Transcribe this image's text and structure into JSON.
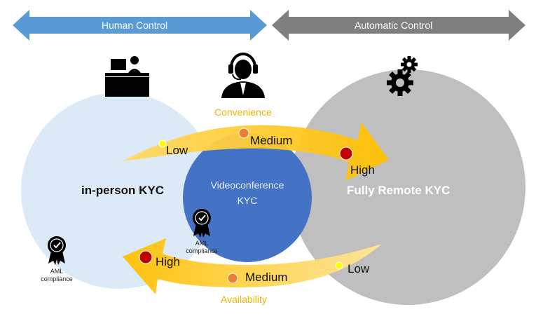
{
  "header": {
    "human_control": "Human Control",
    "automatic_control": "Automatic Control"
  },
  "circles": {
    "in_person": "in-person KYC",
    "fully_remote": "Fully Remote KYC",
    "video_line1": "Videoconference",
    "video_line2": "KYC"
  },
  "convenience": {
    "title": "Convenience",
    "low": "Low",
    "medium": "Medium",
    "high": "High"
  },
  "availability": {
    "title": "Availability",
    "high": "High",
    "medium": "Medium",
    "low": "Low"
  },
  "aml": {
    "left_line1": "AML",
    "left_line2": "compliance",
    "center_line1": "AML",
    "center_line2": "compliance"
  },
  "colors": {
    "human_arrow": "#5b9bd5",
    "auto_arrow": "#7f7f7f",
    "in_person_circle": "#dce9f6",
    "remote_circle": "#bfbfbf",
    "video_circle": "#4472c4",
    "convenience_arrow": "#ffc000",
    "dot_low": "#ffff00",
    "dot_medium": "#ed7d31",
    "dot_high": "#c00000"
  },
  "icons": [
    "desk-person-icon",
    "headset-operator-icon",
    "gears-icon",
    "aml-badge-icon"
  ]
}
